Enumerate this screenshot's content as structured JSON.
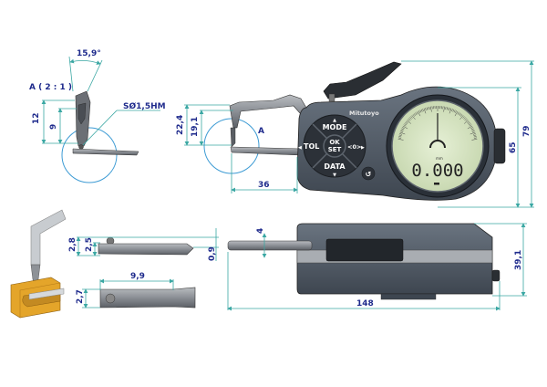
{
  "title": "Digital caliper gauge dimension drawing",
  "detail_view": {
    "label": "A ( 2 : 1 )",
    "angle": "15,9°",
    "height_12": "12",
    "height_9": "9",
    "tip": "SØ1,5HM"
  },
  "front_view": {
    "dim_22_4": "22,4",
    "dim_19_1": "19,1",
    "detail_marker": "A",
    "dim_36": "36",
    "dim_65": "65",
    "dim_79": "79"
  },
  "instrument": {
    "brand": "Mitutoyo",
    "buttons": {
      "mode": "MODE",
      "tol": "TOL",
      "ok": "OK",
      "set": "SET",
      "zero": "<0>",
      "data": "DATA"
    },
    "display_value": "0.000",
    "unit": "mm"
  },
  "jaw_views": {
    "dim_2_8": "2,8",
    "dim_2_5": "2,5",
    "dim_0_9": "0,9",
    "dim_9_9": "9,9",
    "dim_2_7": "2,7"
  },
  "side_view": {
    "dim_4": "4",
    "dim_148": "148",
    "dim_39_1": "39,1"
  },
  "colors": {
    "dimension_line": "#3aa7a3",
    "dimension_text": "#1e2a8c",
    "detail_circle": "#3d9bd4",
    "body": "#4f5865",
    "lcd": "#dbe8c8",
    "workpiece": "#e4a52a"
  }
}
